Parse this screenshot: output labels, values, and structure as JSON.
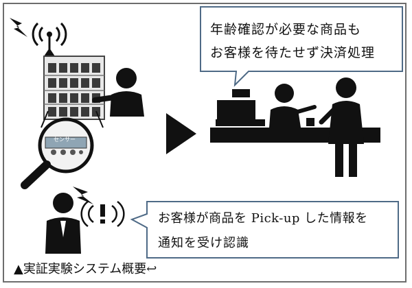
{
  "bubbles": {
    "top_line1": "年齢確認が必要な商品も",
    "top_line2": "お客様を待たせず決済処理",
    "bottom_line1": "お客様が商品を Pick-up した情報を",
    "bottom_line2": "通知を受け認識"
  },
  "sensor_label": "センサー",
  "caption": "▲実証実験システム概要↩",
  "icons": [
    "signal-bolt-icon",
    "antenna-icon",
    "product-shelf-icon",
    "shopper-icon",
    "magnifier-icon",
    "play-arrow-icon",
    "cash-register-icon",
    "cashier-icon",
    "customer-icon",
    "staff-icon",
    "alert-icon"
  ]
}
